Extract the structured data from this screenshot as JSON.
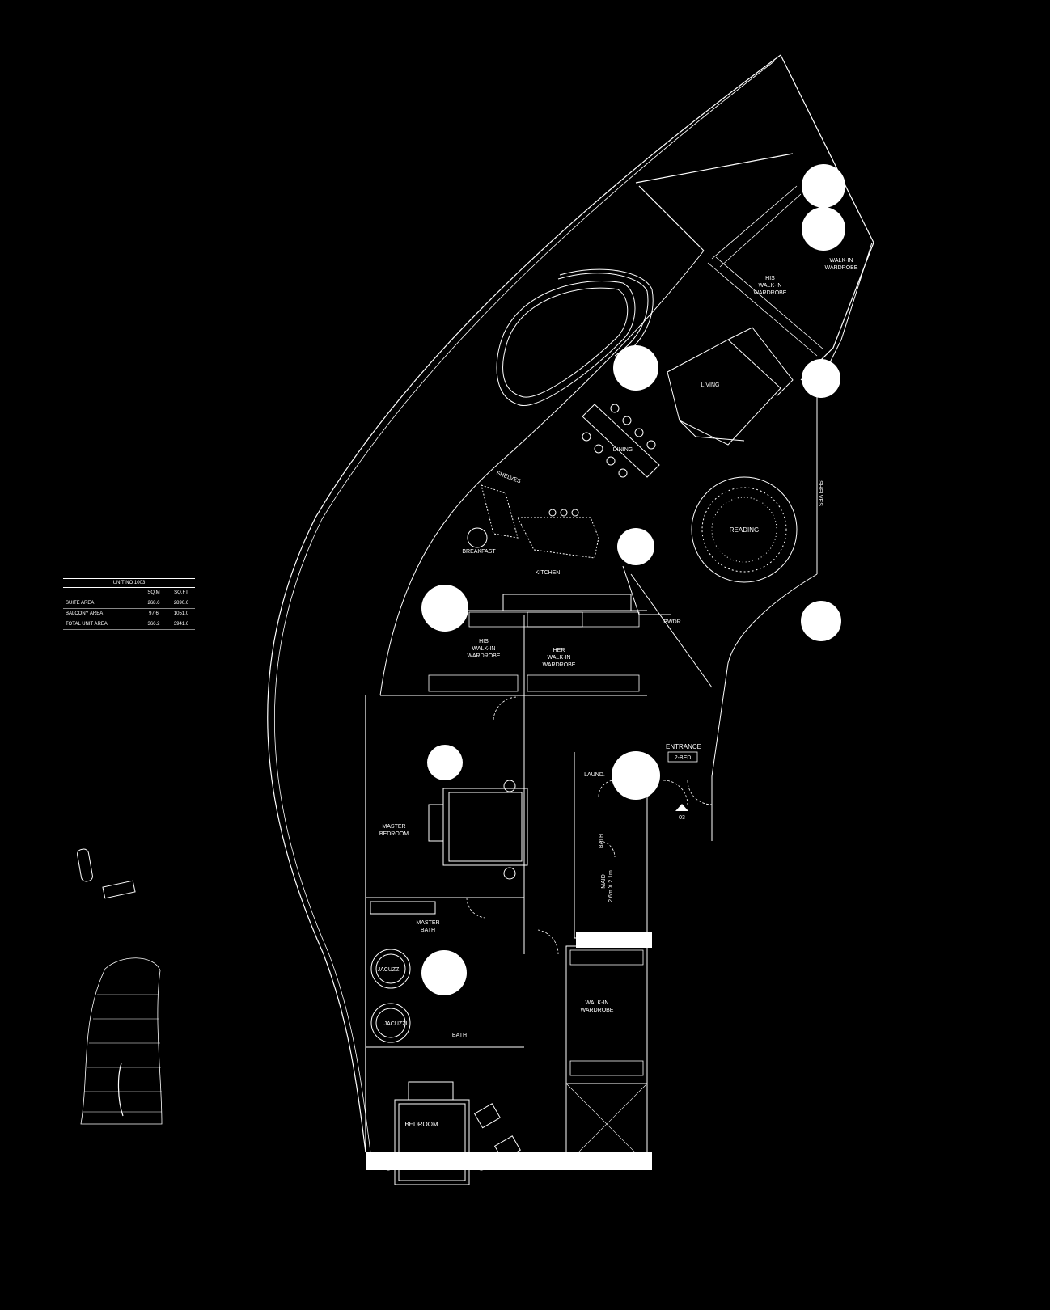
{
  "rooms": {
    "his_walkin_top": [
      "HIS",
      "WALK-IN",
      "WARDROBE"
    ],
    "her_walkin_top": [
      "WALK-IN",
      "WARDROBE"
    ],
    "living": "LIVING",
    "dining": "DINING",
    "reading": "READING",
    "shelves": "SHELVES",
    "breakfast": "BREAKFAST",
    "kitchen": "KITCHEN",
    "pwdr": "PWDR",
    "his_walkin": [
      "HIS",
      "WALK-IN",
      "WARDROBE"
    ],
    "her_walkin": [
      "HER",
      "WALK-IN",
      "WARDROBE"
    ],
    "entrance": "ENTRANCE",
    "entrance_tag": "2-BED",
    "entrance_marker": "03",
    "laundry": "LAUND.",
    "bath_small": "BATH",
    "maid": "MAID",
    "maid_size": "2.6m X 2.1m",
    "master_bedroom": [
      "MASTER",
      "BEDROOM"
    ],
    "master_bath": [
      "MASTER",
      "BATH"
    ],
    "jacuzzi": "JACUZZI",
    "bath": "BATH",
    "walkin_wardrobe": [
      "WALK-IN",
      "WARDROBE"
    ],
    "bedroom": "BEDROOM"
  },
  "area_table": {
    "title": "UNIT NO 1003",
    "headers": [
      "",
      "SQ.M",
      "SQ.FT"
    ],
    "rows": [
      [
        "SUITE AREA",
        "268.6",
        "2890.6"
      ],
      [
        "BALCONY AREA",
        "97.6",
        "1051.0"
      ],
      [
        "TOTAL UNIT AREA",
        "366.2",
        "3941.6"
      ]
    ]
  },
  "colors": {
    "background": "#000000",
    "line": "#ffffff",
    "marker": "#ffffff"
  }
}
